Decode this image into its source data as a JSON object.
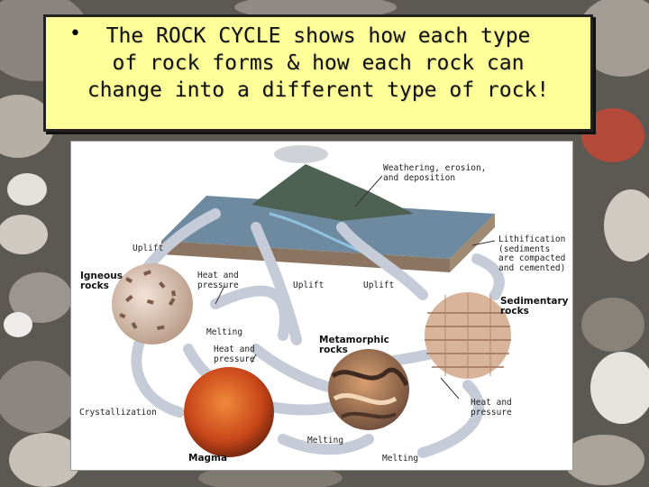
{
  "title": {
    "bullet": "•",
    "line1": "The ROCK CYCLE shows how each type",
    "line2": "of rock forms & how each rock can",
    "line3": "change into a different type of rock!"
  },
  "diagram": {
    "labels": {
      "weathering": "Weathering, erosion,\nand deposition",
      "lithification": "Lithification\n(sediments\nare compacted\nand cemented)",
      "uplift_left": "Uplift",
      "igneous": "Igneous\nrocks",
      "heat_pressure_1": "Heat and\npressure",
      "uplift_mid": "Uplift",
      "uplift_right": "Uplift",
      "sedimentary": "Sedimentary\nrocks",
      "melting_1": "Melting",
      "heat_pressure_2": "Heat and\npressure",
      "metamorphic": "Metamorphic\nrocks",
      "heat_pressure_3": "Heat and\npressure",
      "crystallization": "Crystallization",
      "melting_2": "Melting",
      "magma": "Magma",
      "melting_3": "Melting"
    }
  },
  "colors": {
    "title_bg": "#ffff99",
    "arrow": "#c5ccd8",
    "magma": "#d0521c",
    "landscape": "#5f7a8c"
  }
}
